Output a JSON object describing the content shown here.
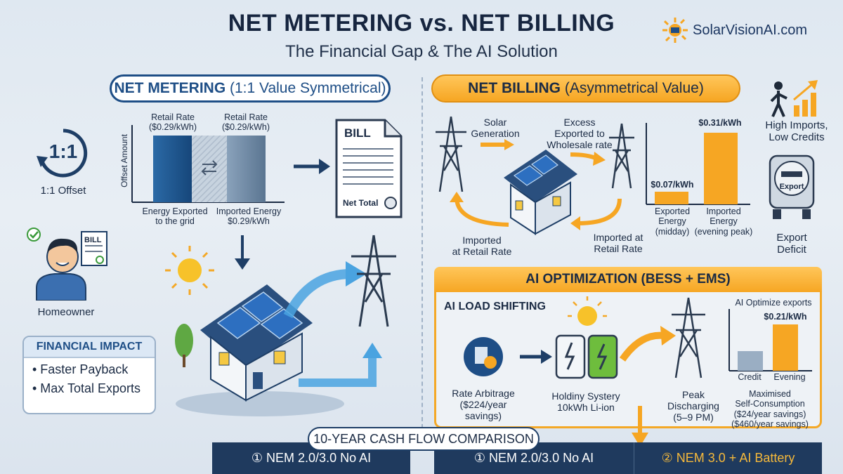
{
  "header": {
    "title": "NET METERING vs. NET BILLING",
    "subtitle": "The Financial Gap & The AI Solution",
    "brand": "SolarVisionAI.com"
  },
  "net_metering": {
    "title_bold": "NET METERING",
    "title_rest": " (1:1 Value Symmetrical)",
    "ratio": "1:1",
    "ratio_caption": "1:1 Offset",
    "y_axis": "Offset Amount",
    "bar1_top": "Retail Rate\n($0.29/kWh)",
    "bar2_top": "Retail Rate\n($0.29/kWh)",
    "bar1_bottom": "Energy Exported\nto the grid",
    "bar2_bottom": "Imported Energy\n$0.29/kWh",
    "bill_title": "BILL",
    "bill_total": "Net Total",
    "homeowner_bill": "BILL",
    "homeowner": "Homeowner"
  },
  "financial_impact": {
    "heading": "FINANCIAL IMPACT",
    "items": [
      "• Faster Payback",
      "• Max Total Exports"
    ]
  },
  "net_billing": {
    "title_bold": "NET BILLING",
    "title_rest": " (Asymmetrical Value)",
    "solar_generation": "Solar\nGeneration",
    "excess": "Excess\nExported to\nWholesale rate",
    "imported_left": "Imported\nat Retail Rate",
    "imported_right": "Imported at\nRetail Rate",
    "export_price": "$0.07/kWh",
    "import_price": "$0.31/kWh",
    "exported_label": "Exported\nEnergy\n(midday)",
    "imported_label": "Imported\nEnergy\n(evening peak)",
    "high_imports": "High Imports,\nLow Credits",
    "meter_word": "Export",
    "deficit": "Export\nDeficit"
  },
  "ai": {
    "heading": "AI OPTIMIZATION (BESS + EMS)",
    "load_shifting": "AI LOAD SHIFTING",
    "rate_arbitrage": "Rate Arbitrage\n($224/year savings)",
    "holding": "Holdiny Systery\n10kWh Li-ion",
    "peak": "Peak\nDischarging\n(5–9 PM)",
    "optimize": "AI Optimize exports",
    "price": "$0.21/kWh",
    "credit": "Credit",
    "evening": "Evening",
    "maximised": "Maximised\nSelf-Consumption\n($24/year savings)\n($460/year savings)"
  },
  "cash_flow": {
    "title": "10-YEAR CASH FLOW COMPARISON",
    "col1": "① NEM 2.0/3.0 No AI",
    "col2": "① NEM 2.0/3.0 No AI",
    "col3": "② NEM 3.0 + AI Battery"
  },
  "colors": {
    "navy": "#1e4e86",
    "orange": "#f6a623",
    "bar_dark": "#1f5a93",
    "bar_grey": "#6f8aa5"
  }
}
